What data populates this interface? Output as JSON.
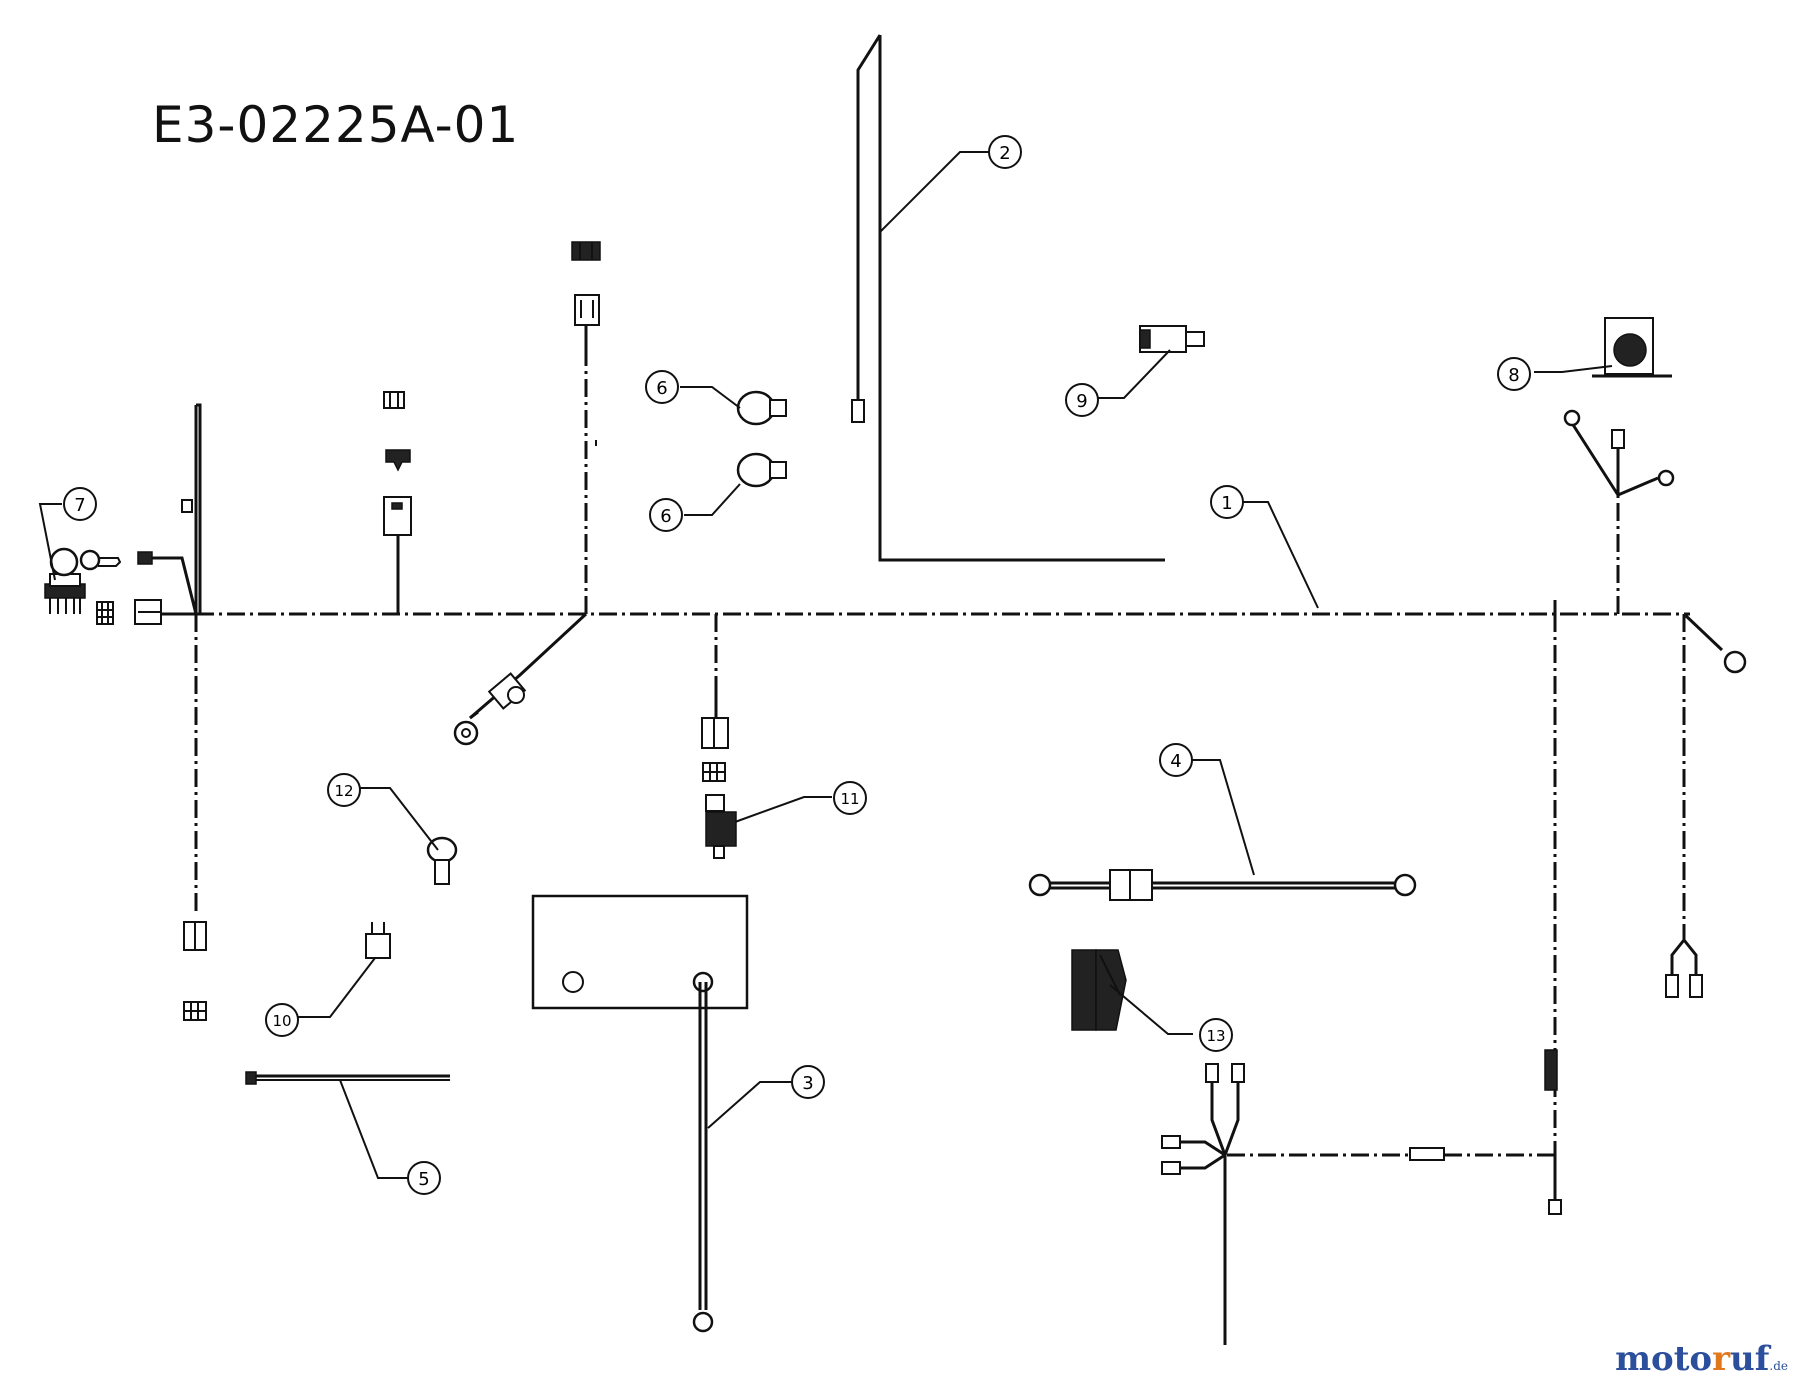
{
  "diagram": {
    "title": "E3-02225A-01",
    "callouts": [
      {
        "id": "c1",
        "label": "1"
      },
      {
        "id": "c2",
        "label": "2"
      },
      {
        "id": "c3",
        "label": "3"
      },
      {
        "id": "c4",
        "label": "4"
      },
      {
        "id": "c5",
        "label": "5"
      },
      {
        "id": "c6a",
        "label": "6"
      },
      {
        "id": "c6b",
        "label": "6"
      },
      {
        "id": "c7",
        "label": "7"
      },
      {
        "id": "c8",
        "label": "8"
      },
      {
        "id": "c9",
        "label": "9"
      },
      {
        "id": "c10",
        "label": "10"
      },
      {
        "id": "c11",
        "label": "11"
      },
      {
        "id": "c12",
        "label": "12"
      },
      {
        "id": "c13",
        "label": "13"
      }
    ]
  },
  "watermark": {
    "part1": "moto",
    "part2": "r",
    "part3": "uf",
    "suffix": ".de"
  }
}
